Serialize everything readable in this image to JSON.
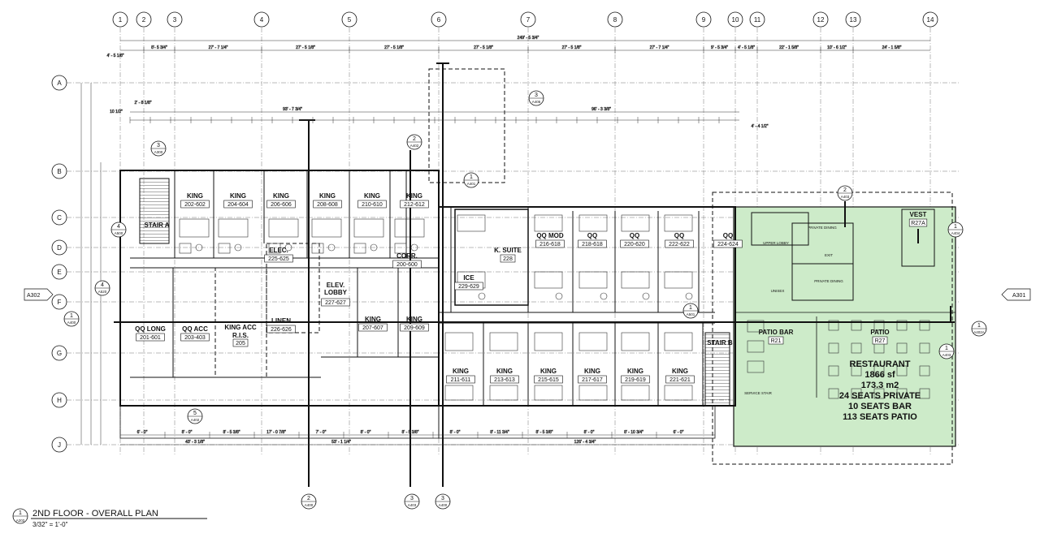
{
  "title": {
    "sheet_num": "1",
    "sheet_ref": "A202",
    "name": "2ND FLOOR - OVERALL PLAN",
    "scale": "3/32\" = 1'-0\""
  },
  "grid_cols": [
    "1",
    "2",
    "3",
    "4",
    "5",
    "6",
    "7",
    "8",
    "9",
    "10",
    "11",
    "12",
    "13",
    "14"
  ],
  "grid_rows": [
    "A",
    "B",
    "C",
    "D",
    "E",
    "F",
    "G",
    "H",
    "J"
  ],
  "top_dims": [
    "8'- 5 3/4\"",
    "27' - 7 1/4\"",
    "27' - 5 1/8\"",
    "27' - 5 1/8\"",
    "27' - 5 1/8\"",
    "27' - 5 1/8\"",
    "27' - 7 1/4\"",
    "9' - 5 3/4\"",
    "4' - 5 1/8\"",
    "22' - 1 5/8\"",
    "10' - 6 1/2\"",
    "24' - 1 5/8\""
  ],
  "overall_dim": "249' - 5 3/4\"",
  "left_dim": "4' - 5 1/8\"",
  "dim_b1": "93' - 7 3/4\"",
  "dim_b2": "96' - 3 3/8\"",
  "dim_c": "2' - 8 1/8\"",
  "dim_d": "10 1/2\"",
  "dim_e": "4' - 4 1/2\"",
  "bottom_dims": [
    "6' - 0\"",
    "8' - 0\"",
    "8' - 5 3/8\"",
    "17' - 0 7/8\"",
    "7' - 0\"",
    "8' - 0\"",
    "8' - 5 3/8\"",
    "8' - 0\"",
    "8' - 11 3/4\"",
    "8' - 5 3/8\"",
    "8' - 0\"",
    "8' - 10 3/4\"",
    "6' - 0\""
  ],
  "bottom_totals": [
    "43' - 3 1/8\"",
    "53' - 1 1/4\"",
    "126' - 4 3/4\""
  ],
  "room_labels": [
    "KING",
    "KING",
    "KING",
    "KING",
    "KING",
    "KING",
    "STAIR A",
    "ELEC.",
    "CORR.",
    "ICE",
    "K. SUITE",
    "QQ MOD",
    "QQ",
    "QQ",
    "QQ",
    "QQ",
    "ELEV. LOBBY",
    "LINEN",
    "QQ LONG",
    "QQ ACC",
    "KING ACC",
    "R.I.S.",
    "KING",
    "KING",
    "KING",
    "KING",
    "KING",
    "KING",
    "KING",
    "KING",
    "STAIR B",
    "PATIO BAR",
    "PATIO",
    "VEST"
  ],
  "room_numbers": [
    "202-602",
    "204-604",
    "206-606",
    "208-608",
    "210-610",
    "212-612",
    "225-625",
    "200-600",
    "229-629",
    "228",
    "216-618",
    "218-618",
    "220-620",
    "222-622",
    "224-624",
    "227-627",
    "226-626",
    "201-601",
    "203-403",
    "205",
    "207-607",
    "209-609",
    "211-611",
    "213-613",
    "215-615",
    "217-617",
    "219-619",
    "221-621",
    "R21",
    "R27",
    "R27A"
  ],
  "restaurant": {
    "name": "RESTAURANT",
    "area_sf": "1866 sf",
    "area_m2": "173.3 m2",
    "seats_private": "24 SEATS PRIVATE",
    "seats_bar": "10 SEATS BAR",
    "seats_patio": "113 SEATS PATIO",
    "fill": "#cdebc9",
    "sub_labels": [
      "UPPER LOBBY",
      "PRIVATE DINING",
      "EXIT",
      "PRIVATE DINING",
      "UNISEX",
      "SERVICE STAIR"
    ]
  },
  "sheet_refs": {
    "left": "A302",
    "right": "A301"
  },
  "callouts": [
    {
      "num": "3",
      "ref": "A300"
    },
    {
      "num": "4",
      "ref": "A500"
    },
    {
      "num": "4",
      "ref": "A520"
    },
    {
      "num": "1",
      "ref": "A400"
    },
    {
      "num": "3",
      "ref": "A405"
    },
    {
      "num": "2",
      "ref": "A402"
    },
    {
      "num": "1",
      "ref": "A401"
    },
    {
      "num": "2",
      "ref": "A403"
    },
    {
      "num": "1",
      "ref": "A404"
    },
    {
      "num": "1",
      "ref": "A402A"
    },
    {
      "num": "1",
      "ref": "A403"
    },
    {
      "num": "5",
      "ref": "A402"
    },
    {
      "num": "2",
      "ref": "A400"
    },
    {
      "num": "3",
      "ref": "A403"
    },
    {
      "num": "3",
      "ref": "A400"
    },
    {
      "num": "1",
      "ref": "A501"
    }
  ],
  "colors": {
    "line": "#111111",
    "grid": "#555555",
    "restaurant": "#cdebc9"
  }
}
